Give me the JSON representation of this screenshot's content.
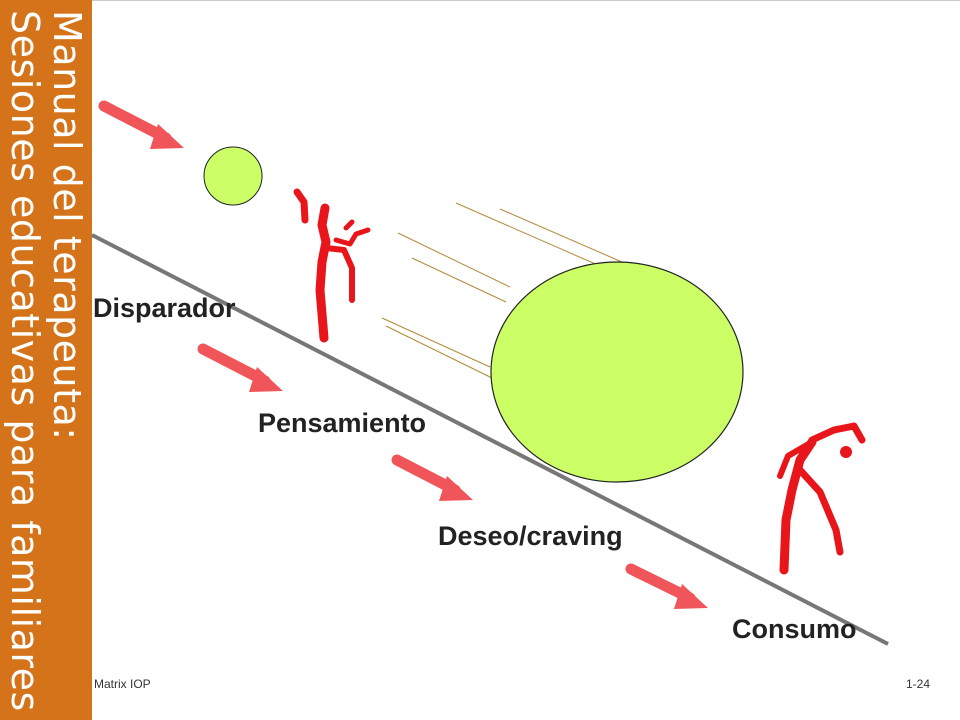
{
  "sidebar": {
    "line1": "Manual del terapeuta:",
    "line2": "Sesiones educativas para familiares",
    "color": "#d4731a"
  },
  "diagram": {
    "steps": [
      "Disparador",
      "Pensamiento",
      "Deseo/craving",
      "Consumo"
    ],
    "ball_color": "#ccff66",
    "arrow_color": "#f0555a",
    "figure_color": "#e8151b"
  },
  "footer": {
    "left": "Matrix IOP",
    "right": "1-24"
  }
}
